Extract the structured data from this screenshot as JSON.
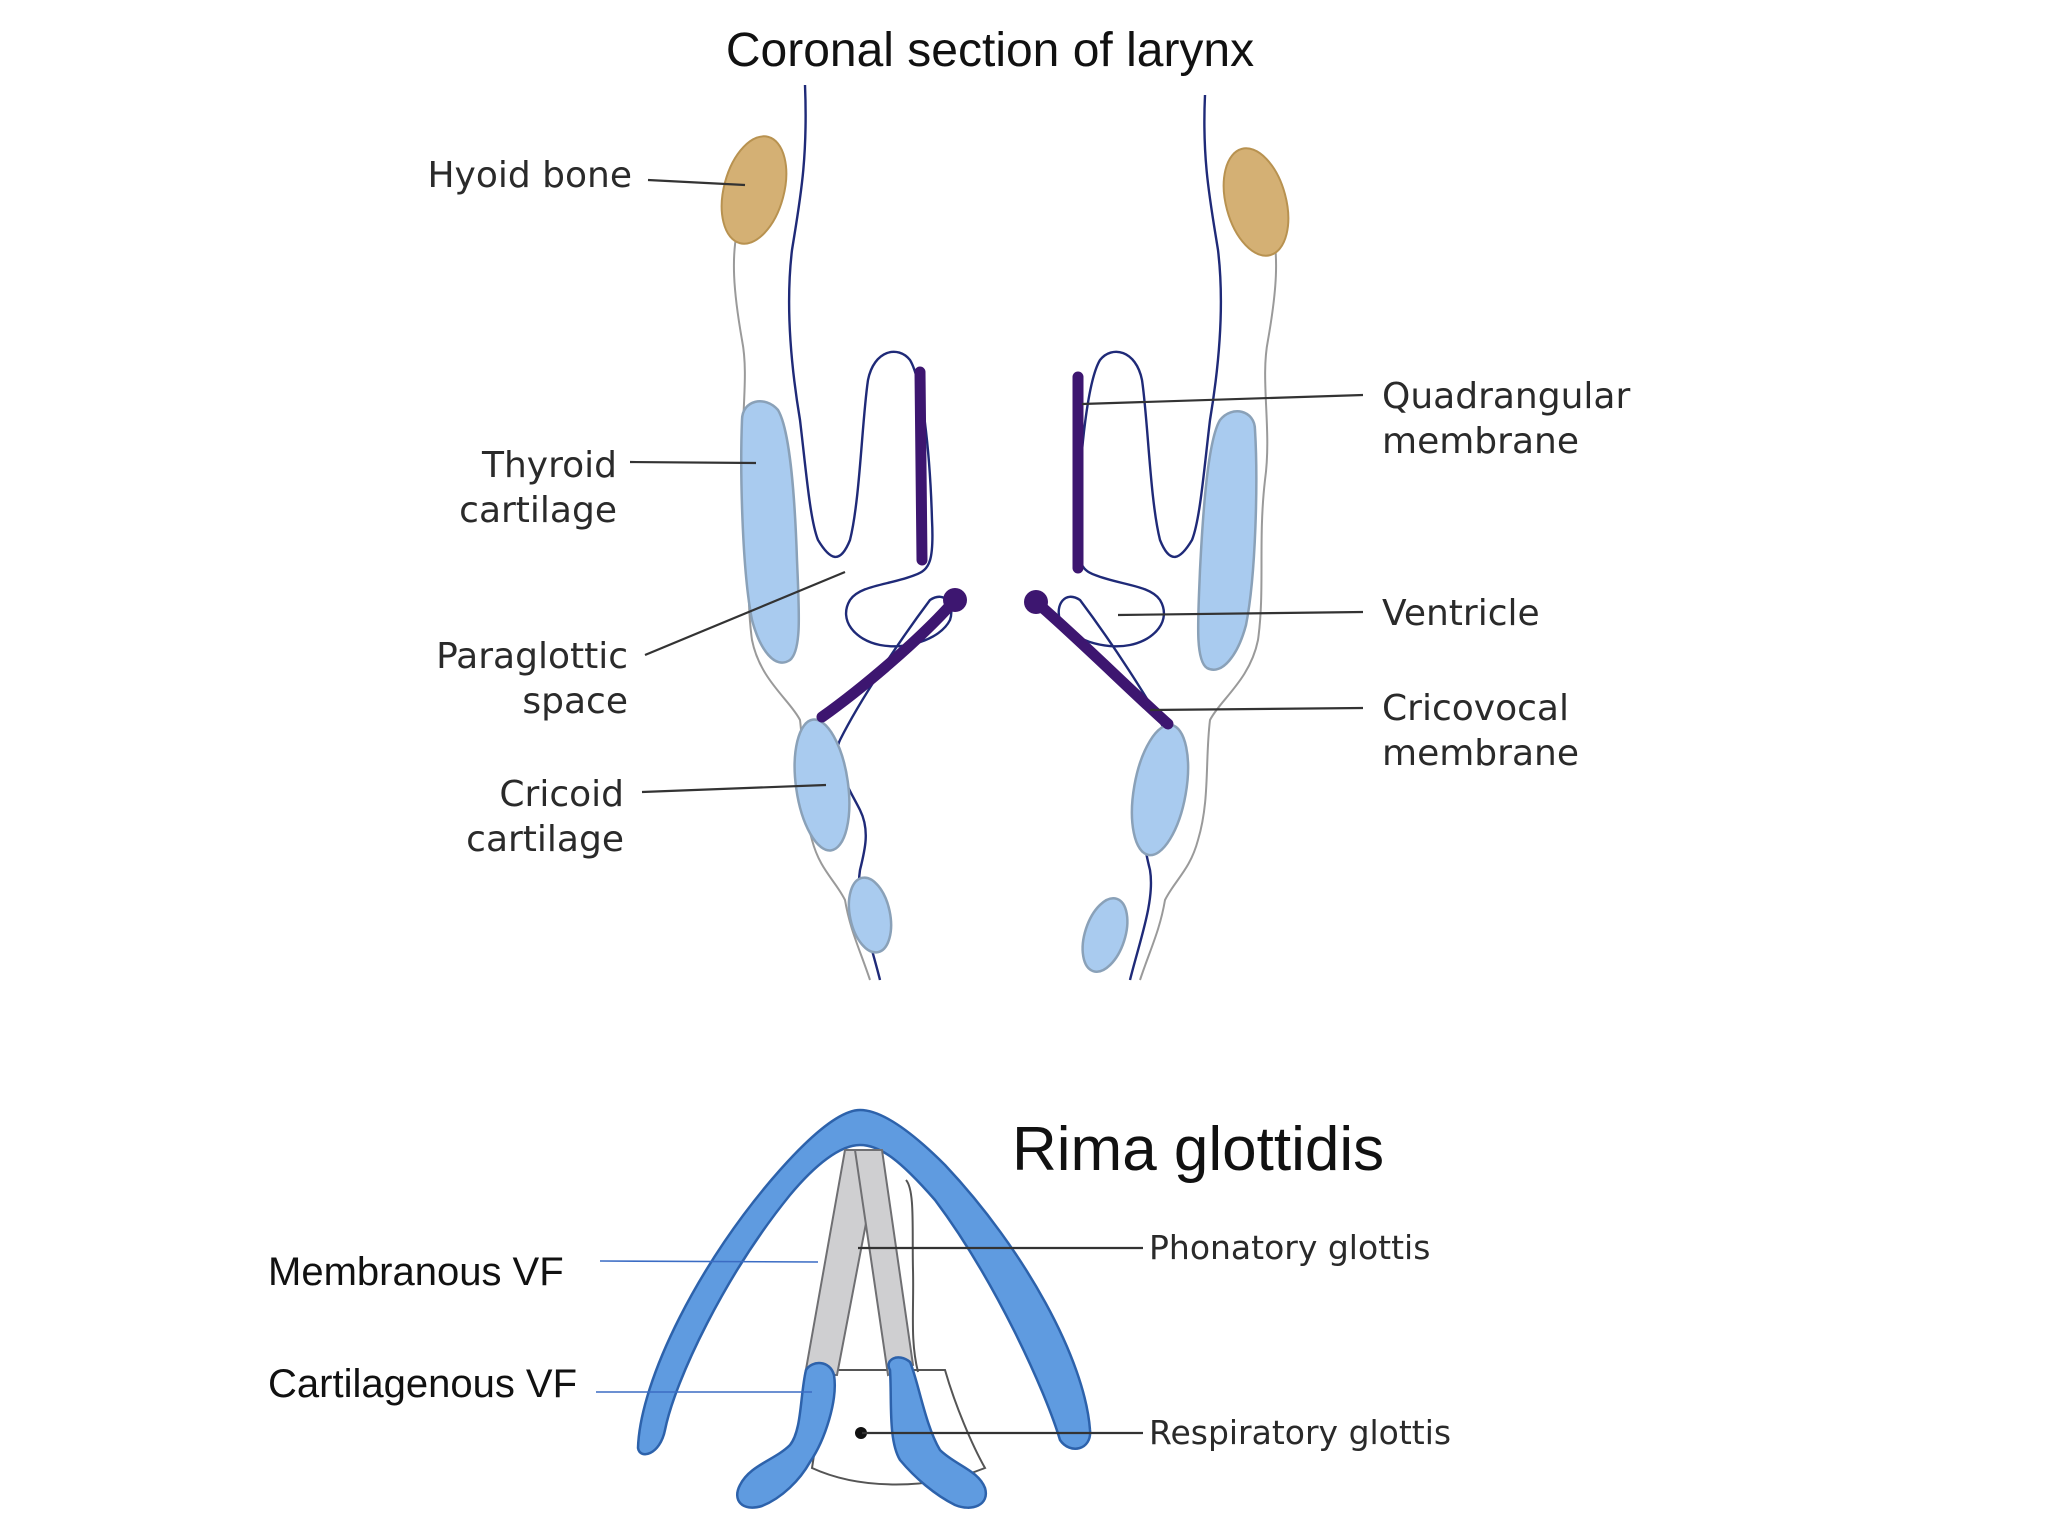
{
  "coronal": {
    "title": "Coronal section of larynx",
    "labels": {
      "hyoid": "Hyoid bone",
      "thyroid_1": "Thyroid",
      "thyroid_2": "cartilage",
      "paraglottic_1": "Paraglottic",
      "paraglottic_2": "space",
      "cricoid_1": "Cricoid",
      "cricoid_2": "cartilage",
      "quadrangular_1": "Quadrangular",
      "quadrangular_2": "membrane",
      "ventricle": "Ventricle",
      "cricovocal_1": "Cricovocal",
      "cricovocal_2": "membrane"
    }
  },
  "rima": {
    "title": "Rima glottidis",
    "labels": {
      "membranous_vf": "Membranous VF",
      "cartilagenous_vf": "Cartilagenous VF",
      "phonatory": "Phonatory glottis",
      "respiratory": "Respiratory glottis"
    }
  },
  "colors": {
    "cartilage": "#a9cbef",
    "hyoid": "#d4b074",
    "membrane": "#3d1670",
    "rima_ring": "#5f9be0",
    "vocal_fold": "#cfcfd1"
  }
}
